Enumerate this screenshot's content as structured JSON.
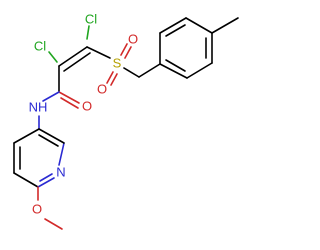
{
  "molecule": {
    "atoms": {
      "cl1": {
        "symbol": "Cl",
        "color": "#1fa51f"
      },
      "cl2": {
        "symbol": "Cl",
        "color": "#1fa51f"
      },
      "s": {
        "symbol": "S",
        "color": "#b5a000"
      },
      "o_s1": {
        "symbol": "O",
        "color": "#d22a2a"
      },
      "o_s2": {
        "symbol": "O",
        "color": "#d22a2a"
      },
      "o_amide": {
        "symbol": "O",
        "color": "#d22a2a"
      },
      "nh": {
        "symbol": "NH",
        "color": "#2a2ad2"
      },
      "n_pyr": {
        "symbol": "N",
        "color": "#2a2ad2"
      },
      "o_meth": {
        "symbol": "O",
        "color": "#d22a2a"
      }
    }
  }
}
